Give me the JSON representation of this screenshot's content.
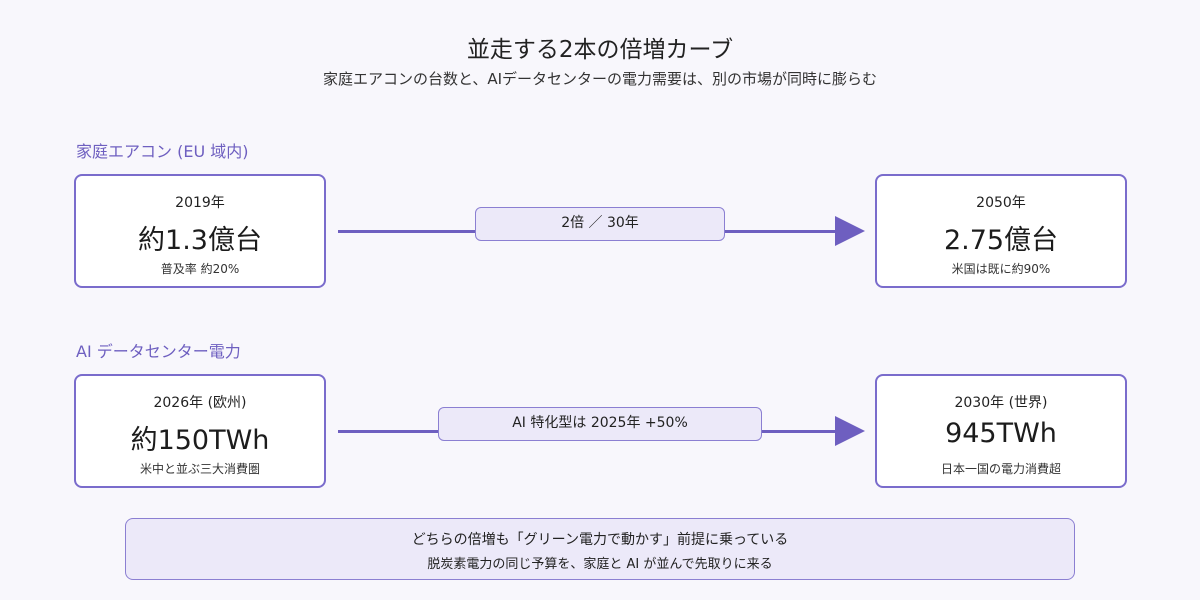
{
  "header": {
    "title": "並走する2本の倍増カーブ",
    "subtitle": "家庭エアコンの台数と、AIデータセンターの電力需要は、別の市場が同時に膨らむ"
  },
  "rows": [
    {
      "label": "家庭エアコン (EU 域内)",
      "start": {
        "year": "2019年",
        "value": "約1.3億台",
        "note": "普及率 約20%"
      },
      "growth": "2倍 ／ 30年",
      "end": {
        "year": "2050年",
        "value": "2.75億台",
        "note": "米国は既に約90%"
      }
    },
    {
      "label": "AI データセンター電力",
      "start": {
        "year": "2026年 (欧州)",
        "value": "約150TWh",
        "note": "米中と並ぶ三大消費圏"
      },
      "growth": "AI 特化型は 2025年 +50%",
      "end": {
        "year": "2030年 (世界)",
        "value": "945TWh",
        "note": "日本一国の電力消費超"
      }
    }
  ],
  "footer": {
    "line1": "どちらの倍増も「グリーン電力で動かす」前提に乗っている",
    "line2": "脱炭素電力の同じ予算を、家庭と AI が並んで先取りに来る"
  },
  "colors": {
    "accent": "#6e5fc0",
    "box_border": "#7a6ccc",
    "pill_fill": "#ece9f9",
    "background": "#f8f7fc"
  }
}
